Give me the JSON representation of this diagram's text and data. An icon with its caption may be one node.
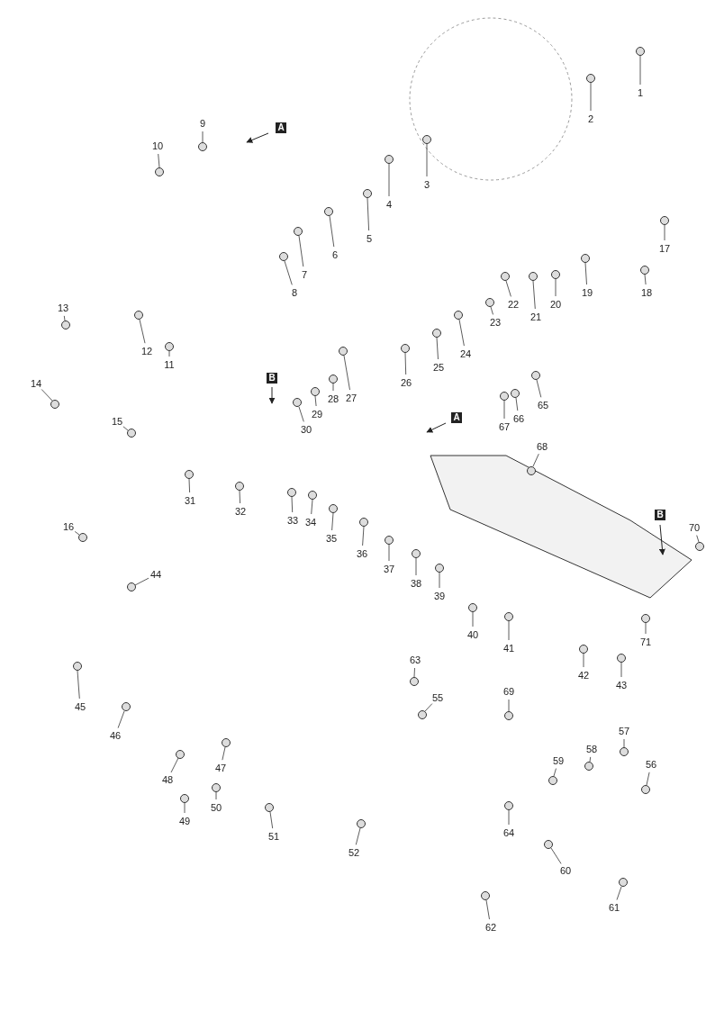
{
  "diagram": {
    "nodes": [
      {
        "text": [
          "1"
        ]
      },
      {
        "text": [
          "2"
        ]
      },
      {
        "text": [
          "3"
        ]
      },
      {
        "text": [
          "4"
        ]
      },
      {
        "text": [
          "5"
        ]
      },
      {
        "text": [
          "6"
        ]
      },
      {
        "text": [
          "7"
        ]
      },
      {
        "text": [
          "8"
        ]
      },
      {
        "text": [
          "9"
        ]
      },
      {
        "text": [
          "10"
        ]
      },
      {
        "text": [
          "11"
        ]
      },
      {
        "text": [
          "12"
        ]
      },
      {
        "text": [
          "13"
        ]
      },
      {
        "text": [
          "14"
        ]
      },
      {
        "text": [
          "15"
        ]
      },
      {
        "text": [
          "16"
        ]
      },
      {
        "text": [
          "17"
        ]
      },
      {
        "text": [
          "18"
        ]
      },
      {
        "text": [
          "19"
        ]
      },
      {
        "text": [
          "20"
        ]
      },
      {
        "text": [
          "21"
        ]
      },
      {
        "text": [
          "22"
        ]
      },
      {
        "text": [
          "23"
        ]
      },
      {
        "text": [
          "24"
        ]
      },
      {
        "text": [
          "25"
        ]
      },
      {
        "text": [
          "26"
        ]
      },
      {
        "text": [
          "27"
        ]
      },
      {
        "text": [
          "28"
        ]
      },
      {
        "text": [
          "29"
        ]
      },
      {
        "text": [
          "30"
        ]
      },
      {
        "text": [
          "31"
        ]
      },
      {
        "text": [
          "32"
        ]
      },
      {
        "text": [
          "33"
        ]
      },
      {
        "text": [
          "34"
        ]
      },
      {
        "text": [
          "35"
        ]
      },
      {
        "text": [
          "36"
        ]
      },
      {
        "text": [
          "37"
        ]
      },
      {
        "text": [
          "38"
        ]
      },
      {
        "text": [
          "39"
        ]
      },
      {
        "text": [
          "40"
        ]
      },
      {
        "text": [
          "41"
        ]
      },
      {
        "text": [
          "42"
        ]
      },
      {
        "text": [
          "43"
        ]
      },
      {
        "text": [
          "44"
        ]
      },
      {
        "text": [
          "45"
        ]
      },
      {
        "text": [
          "46"
        ]
      },
      {
        "text": [
          "47"
        ]
      },
      {
        "text": [
          "48"
        ]
      },
      {
        "text": [
          "49"
        ]
      },
      {
        "text": [
          "50"
        ]
      },
      {
        "text": [
          "51"
        ]
      },
      {
        "text": [
          "52"
        ]
      },
      {
        "text": [
          "55"
        ]
      },
      {
        "text": [
          "56"
        ]
      },
      {
        "text": [
          "57"
        ]
      },
      {
        "text": [
          "58"
        ]
      },
      {
        "text": [
          "59"
        ]
      },
      {
        "text": [
          "60"
        ]
      },
      {
        "text": [
          "61"
        ]
      },
      {
        "text": [
          "62"
        ]
      },
      {
        "text": [
          "63"
        ]
      },
      {
        "text": [
          "64"
        ]
      },
      {
        "text": [
          "65"
        ]
      },
      {
        "text": [
          "66"
        ]
      },
      {
        "text": [
          "67"
        ]
      },
      {
        "text": [
          "68"
        ]
      },
      {
        "text": [
          "69"
        ]
      },
      {
        "text": [
          "70"
        ]
      },
      {
        "text": [
          "71"
        ]
      },
      {
        "text": [],
        "shape": "circle"
      },
      {
        "text": [],
        "shape": "circle"
      },
      {
        "text": [],
        "shape": "circle"
      },
      {
        "text": [],
        "shape": "circle"
      },
      {
        "text": [],
        "shape": "circle"
      },
      {
        "text": [],
        "shape": "circle"
      },
      {
        "text": [],
        "shape": "circle"
      },
      {
        "text": [],
        "shape": "circle"
      },
      {
        "text": [],
        "shape": "circle"
      },
      {
        "text": [],
        "shape": "circle"
      },
      {
        "text": [],
        "shape": "circle"
      },
      {
        "text": [],
        "shape": "circle"
      },
      {
        "text": [],
        "shape": "circle"
      },
      {
        "text": [],
        "shape": "circle"
      },
      {
        "text": [],
        "shape": "circle"
      },
      {
        "text": [],
        "shape": "circle"
      },
      {
        "text": [],
        "shape": "circle"
      },
      {
        "text": [],
        "shape": "circle"
      },
      {
        "text": [],
        "shape": "circle"
      },
      {
        "text": [],
        "shape": "circle"
      },
      {
        "text": [],
        "shape": "circle"
      },
      {
        "text": [],
        "shape": "circle"
      },
      {
        "text": [],
        "shape": "circle"
      },
      {
        "text": [],
        "shape": "circle"
      },
      {
        "text": [],
        "shape": "circle"
      },
      {
        "text": [],
        "shape": "circle"
      },
      {
        "text": [],
        "shape": "circle"
      },
      {
        "text": [],
        "shape": "circle"
      },
      {
        "text": [],
        "shape": "circle"
      },
      {
        "text": [],
        "shape": "circle"
      },
      {
        "text": [],
        "shape": "circle"
      },
      {
        "text": [],
        "shape": "circle"
      },
      {
        "text": [],
        "shape": "circle"
      },
      {
        "text": [],
        "shape": "circle"
      },
      {
        "text": [],
        "shape": "circle"
      },
      {
        "text": [],
        "shape": "circle"
      },
      {
        "text": [],
        "shape": "circle"
      },
      {
        "text": [],
        "shape": "circle"
      },
      {
        "text": [],
        "shape": "circle"
      },
      {
        "text": [],
        "shape": "circle"
      },
      {
        "text": [],
        "shape": "circle"
      },
      {
        "text": [],
        "shape": "circle"
      },
      {
        "text": [],
        "shape": "circle"
      },
      {
        "text": [],
        "shape": "circle"
      },
      {
        "text": [],
        "shape": "circle"
      },
      {
        "text": [],
        "shape": "circle"
      },
      {
        "text": [],
        "shape": "circle"
      },
      {
        "text": [],
        "shape": "circle"
      },
      {
        "text": [],
        "shape": "circle"
      },
      {
        "text": [],
        "shape": "circle"
      },
      {
        "text": [],
        "shape": "circle"
      },
      {
        "text": [],
        "shape": "circle"
      },
      {
        "text": [],
        "shape": "circle"
      },
      {
        "text": [],
        "shape": "circle"
      },
      {
        "text": [],
        "shape": "circle"
      },
      {
        "text": [],
        "shape": "circle"
      },
      {
        "text": [],
        "shape": "circle"
      },
      {
        "text": [],
        "shape": "circle"
      },
      {
        "text": [],
        "shape": "circle"
      },
      {
        "text": [],
        "shape": "circle"
      },
      {
        "text": [],
        "shape": "circle"
      },
      {
        "text": [],
        "shape": "circle"
      },
      {
        "text": [],
        "shape": "circle"
      },
      {
        "text": [],
        "shape": "circle"
      },
      {
        "text": [],
        "shape": "circle"
      },
      {
        "text": [],
        "shape": "circle"
      },
      {
        "text": [],
        "shape": "circle"
      },
      {
        "text": [],
        "shape": "circle"
      },
      {
        "text": [],
        "shape": "circle"
      }
    ],
    "edges": [
      {
        "from": 0,
        "to": 69,
        "arrow": "none"
      },
      {
        "from": 1,
        "to": 70,
        "arrow": "none"
      },
      {
        "from": 2,
        "to": 71,
        "arrow": "none"
      },
      {
        "from": 3,
        "to": 72,
        "arrow": "none"
      },
      {
        "from": 4,
        "to": 73,
        "arrow": "none"
      },
      {
        "from": 5,
        "to": 74,
        "arrow": "none"
      },
      {
        "from": 6,
        "to": 75,
        "arrow": "none"
      },
      {
        "from": 7,
        "to": 76,
        "arrow": "none"
      },
      {
        "from": 8,
        "to": 77,
        "arrow": "none"
      },
      {
        "from": 9,
        "to": 78,
        "arrow": "none"
      },
      {
        "from": 10,
        "to": 79,
        "arrow": "none"
      },
      {
        "from": 11,
        "to": 80,
        "arrow": "none"
      },
      {
        "from": 12,
        "to": 81,
        "arrow": "none"
      },
      {
        "from": 13,
        "to": 82,
        "arrow": "none"
      },
      {
        "from": 14,
        "to": 83,
        "arrow": "none"
      },
      {
        "from": 15,
        "to": 84,
        "arrow": "none"
      },
      {
        "from": 16,
        "to": 85,
        "arrow": "none"
      },
      {
        "from": 17,
        "to": 86,
        "arrow": "none"
      },
      {
        "from": 18,
        "to": 87,
        "arrow": "none"
      },
      {
        "from": 19,
        "to": 88,
        "arrow": "none"
      },
      {
        "from": 20,
        "to": 89,
        "arrow": "none"
      },
      {
        "from": 21,
        "to": 90,
        "arrow": "none"
      },
      {
        "from": 22,
        "to": 91,
        "arrow": "none"
      },
      {
        "from": 23,
        "to": 92,
        "arrow": "none"
      },
      {
        "from": 24,
        "to": 93,
        "arrow": "none"
      },
      {
        "from": 25,
        "to": 94,
        "arrow": "none"
      },
      {
        "from": 26,
        "to": 95,
        "arrow": "none"
      },
      {
        "from": 27,
        "to": 96,
        "arrow": "none"
      },
      {
        "from": 28,
        "to": 97,
        "arrow": "none"
      },
      {
        "from": 29,
        "to": 98,
        "arrow": "none"
      },
      {
        "from": 30,
        "to": 99,
        "arrow": "none"
      },
      {
        "from": 31,
        "to": 100,
        "arrow": "none"
      },
      {
        "from": 32,
        "to": 101,
        "arrow": "none"
      },
      {
        "from": 33,
        "to": 102,
        "arrow": "none"
      },
      {
        "from": 34,
        "to": 103,
        "arrow": "none"
      },
      {
        "from": 35,
        "to": 104,
        "arrow": "none"
      },
      {
        "from": 36,
        "to": 105,
        "arrow": "none"
      },
      {
        "from": 37,
        "to": 106,
        "arrow": "none"
      },
      {
        "from": 38,
        "to": 107,
        "arrow": "none"
      },
      {
        "from": 39,
        "to": 108,
        "arrow": "none"
      },
      {
        "from": 40,
        "to": 109,
        "arrow": "none"
      },
      {
        "from": 41,
        "to": 110,
        "arrow": "none"
      },
      {
        "from": 42,
        "to": 111,
        "arrow": "none"
      },
      {
        "from": 43,
        "to": 112,
        "arrow": "none"
      },
      {
        "from": 44,
        "to": 113,
        "arrow": "none"
      },
      {
        "from": 45,
        "to": 114,
        "arrow": "none"
      },
      {
        "from": 46,
        "to": 115,
        "arrow": "none"
      },
      {
        "from": 47,
        "to": 116,
        "arrow": "none"
      },
      {
        "from": 48,
        "to": 117,
        "arrow": "none"
      },
      {
        "from": 49,
        "to": 118,
        "arrow": "none"
      },
      {
        "from": 50,
        "to": 119,
        "arrow": "none"
      },
      {
        "from": 51,
        "to": 120,
        "arrow": "none"
      },
      {
        "from": 52,
        "to": 121,
        "arrow": "none"
      },
      {
        "from": 53,
        "to": 122,
        "arrow": "none"
      },
      {
        "from": 54,
        "to": 123,
        "arrow": "none"
      },
      {
        "from": 55,
        "to": 124,
        "arrow": "none"
      },
      {
        "from": 56,
        "to": 125,
        "arrow": "none"
      },
      {
        "from": 57,
        "to": 126,
        "arrow": "none"
      },
      {
        "from": 58,
        "to": 127,
        "arrow": "none"
      },
      {
        "from": 59,
        "to": 128,
        "arrow": "none"
      },
      {
        "from": 60,
        "to": 129,
        "arrow": "none"
      },
      {
        "from": 61,
        "to": 130,
        "arrow": "none"
      },
      {
        "from": 62,
        "to": 131,
        "arrow": "none"
      },
      {
        "from": 63,
        "to": 132,
        "arrow": "none"
      },
      {
        "from": 64,
        "to": 133,
        "arrow": "none"
      },
      {
        "from": 65,
        "to": 134,
        "arrow": "none"
      },
      {
        "from": 66,
        "to": 135,
        "arrow": "none"
      },
      {
        "from": 67,
        "to": 136,
        "arrow": "none"
      },
      {
        "from": 68,
        "to": 137,
        "arrow": "none"
      }
    ],
    "labels": [
      "A",
      "B",
      "A",
      "B"
    ]
  }
}
